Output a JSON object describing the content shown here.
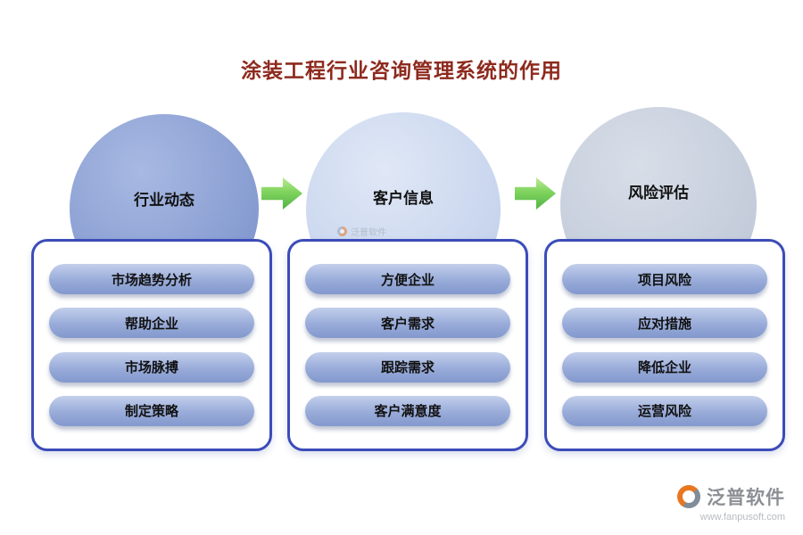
{
  "title": "涂装工程行业咨询管理系统的作用",
  "columns": [
    {
      "circle_label": "行业动态",
      "items": [
        "市场趋势分析",
        "帮助企业",
        "市场脉搏",
        "制定策略"
      ]
    },
    {
      "circle_label": "客户信息",
      "items": [
        "方便企业",
        "客户需求",
        "跟踪需求",
        "客户满意度"
      ]
    },
    {
      "circle_label": "风险评估",
      "items": [
        "项目风险",
        "应对措施",
        "降低企业",
        "运营风险"
      ]
    }
  ],
  "watermark": "泛普软件",
  "footer": {
    "brand": "泛普软件",
    "url": "www.fanpusoft.com"
  },
  "colors": {
    "title": "#8e2a1e",
    "circle_1": "#8da4d8",
    "circle_2": "#ccd7ee",
    "circle_3": "#c5cedd",
    "pill": "#98abd9",
    "panel_border": "#3b4cb8",
    "arrow": "#6fc653"
  }
}
